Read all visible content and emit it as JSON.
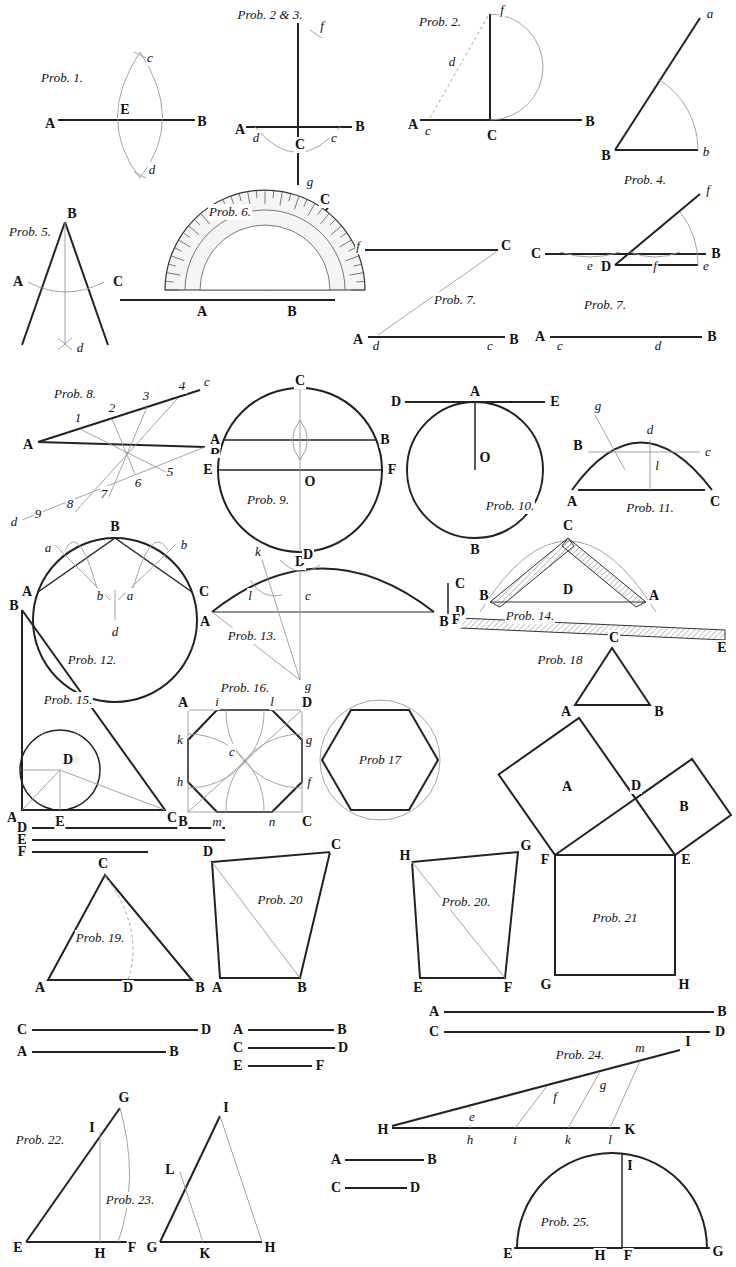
{
  "diagram": {
    "labels": [
      "Prob. 1.",
      "A",
      "E",
      "B",
      "c",
      "d",
      "Prob. 2 & 3.",
      "A",
      "d",
      "C",
      "c",
      "B",
      "f",
      "g",
      "Prob. 2.",
      "A",
      "c",
      "C",
      "B",
      "f",
      "d",
      "a",
      "B",
      "b",
      "Prob. 4.",
      "f",
      "D",
      "e",
      "Prob. 5.",
      "B",
      "A",
      "C",
      "d",
      "Prob. 6.",
      "C",
      "A",
      "B",
      "f",
      "C",
      "Prob. 7.",
      "A",
      "d",
      "c",
      "B",
      "C",
      "B",
      "e",
      "f",
      "Prob. 7.",
      "A",
      "c",
      "d",
      "B",
      "Prob. 8.",
      "1",
      "2",
      "3",
      "4",
      "c",
      "A",
      "B",
      "d",
      "9",
      "8",
      "7",
      "6",
      "5",
      "C",
      "A",
      "B",
      "E",
      "O",
      "F",
      "Prob. 9.",
      "D",
      "A",
      "D",
      "E",
      "O",
      "Prob. 10.",
      "B",
      "g",
      "B",
      "d",
      "l",
      "c",
      "A",
      "Prob. 11.",
      "C",
      "a",
      "B",
      "b",
      "A",
      "C",
      "b",
      "a",
      "d",
      "Prob. 12.",
      "k",
      "D",
      "A",
      "l",
      "c",
      "B",
      "Prob. 13.",
      "C",
      "D",
      "g",
      "C",
      "B",
      "D",
      "A",
      "F",
      "Prob. 14.",
      "E",
      "B",
      "D",
      "Prob. 15.",
      "A",
      "E",
      "C",
      "D",
      "E",
      "F",
      "Prob. 16.",
      "A",
      "i",
      "l",
      "D",
      "k",
      "g",
      "c",
      "h",
      "f",
      "B",
      "m",
      "n",
      "C",
      "Prob 17",
      "Prob. 18",
      "C",
      "A",
      "B",
      "A",
      "D",
      "B",
      "F",
      "E",
      "Prob. 21",
      "G",
      "H",
      "C",
      "Prob. 19.",
      "A",
      "D",
      "B",
      "C",
      "D",
      "A",
      "B",
      "D",
      "C",
      "Prob. 20",
      "A",
      "B",
      "H",
      "G",
      "Prob. 20.",
      "E",
      "F",
      "A",
      "B",
      "C",
      "D",
      "E",
      "F",
      "G",
      "I",
      "Prob. 22.",
      "E",
      "H",
      "F",
      "I",
      "L",
      "Prob. 23.",
      "G",
      "K",
      "H",
      "A",
      "B",
      "C",
      "D",
      "A",
      "B",
      "C",
      "D",
      "Prob. 24.",
      "m",
      "I",
      "g",
      "f",
      "e",
      "H",
      "K",
      "h",
      "i",
      "k",
      "l",
      "I",
      "Prob. 25.",
      "E",
      "H",
      "F",
      "G"
    ]
  }
}
